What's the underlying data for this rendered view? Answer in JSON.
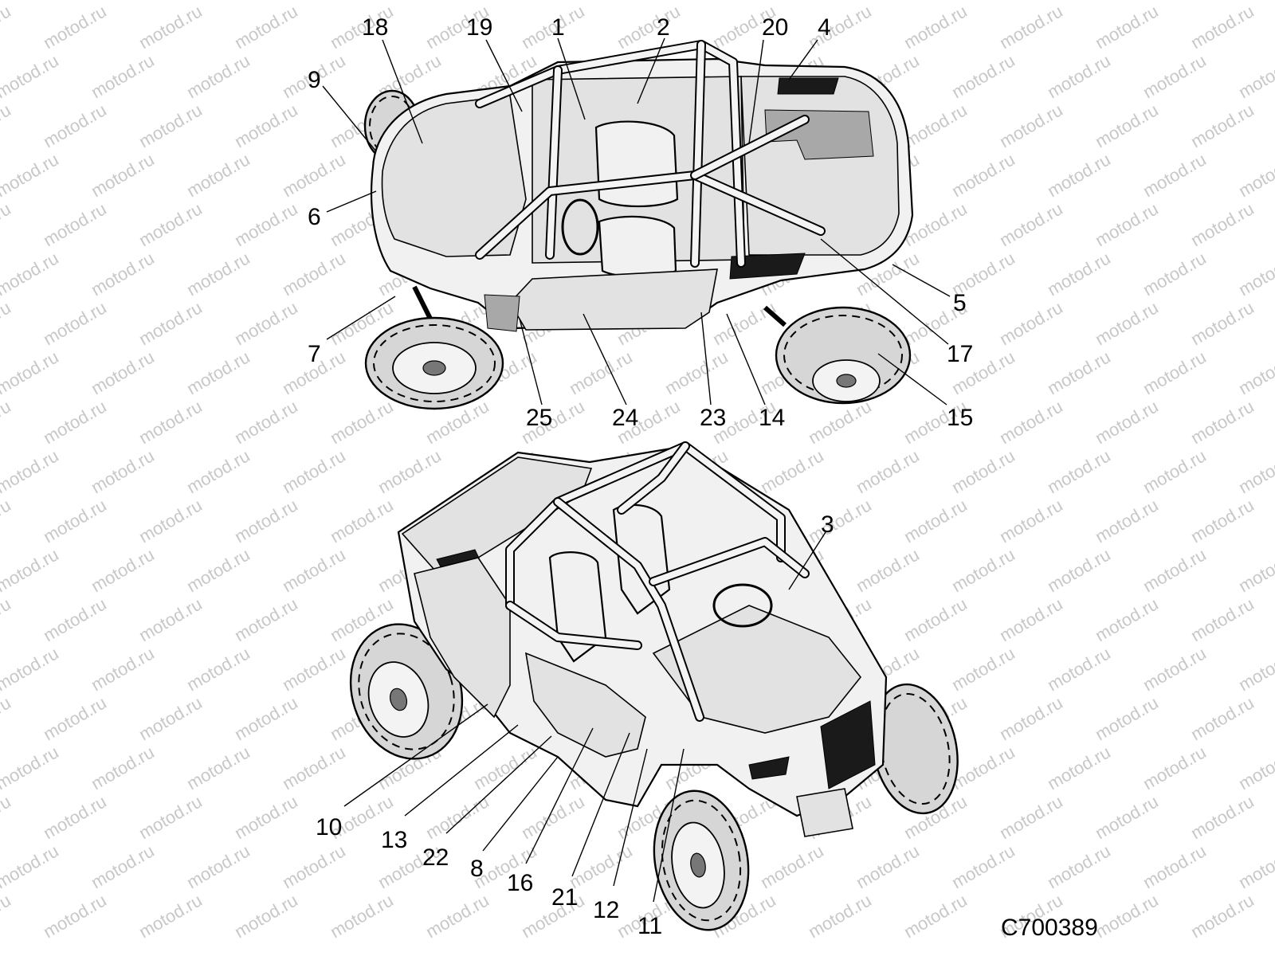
{
  "figure_id": "C700389",
  "watermark_text": "motod.ru",
  "callouts_top": [
    {
      "id": "18",
      "text": "18"
    },
    {
      "id": "19",
      "text": "19"
    },
    {
      "id": "1",
      "text": "1"
    },
    {
      "id": "2",
      "text": "2"
    },
    {
      "id": "20",
      "text": "20"
    },
    {
      "id": "4",
      "text": "4"
    },
    {
      "id": "9",
      "text": "9"
    },
    {
      "id": "6",
      "text": "6"
    },
    {
      "id": "7",
      "text": "7"
    },
    {
      "id": "5",
      "text": "5"
    },
    {
      "id": "17",
      "text": "17"
    },
    {
      "id": "15",
      "text": "15"
    },
    {
      "id": "14",
      "text": "14"
    },
    {
      "id": "23",
      "text": "23"
    },
    {
      "id": "24",
      "text": "24"
    },
    {
      "id": "25",
      "text": "25"
    }
  ],
  "callouts_bottom": [
    {
      "id": "3",
      "text": "3"
    },
    {
      "id": "10",
      "text": "10"
    },
    {
      "id": "13",
      "text": "13"
    },
    {
      "id": "22",
      "text": "22"
    },
    {
      "id": "8",
      "text": "8"
    },
    {
      "id": "16",
      "text": "16"
    },
    {
      "id": "21",
      "text": "21"
    },
    {
      "id": "12",
      "text": "12"
    },
    {
      "id": "11",
      "text": "11"
    }
  ],
  "colors": {
    "line": "#000000",
    "watermark": "#c8c8c8",
    "decal_dark": "#1a1a1a",
    "decal_grey": "#a8a8a8"
  }
}
